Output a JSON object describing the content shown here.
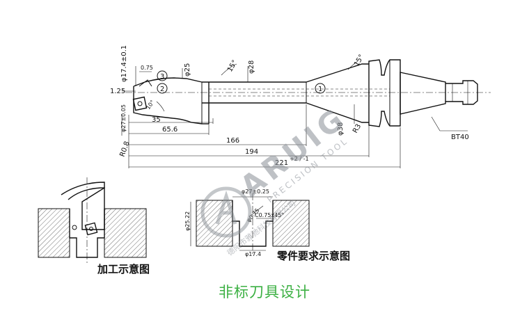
{
  "tool_drawing": {
    "dims": {
      "d17_4": "φ17.4±0.1",
      "d0_75": "0.75",
      "d1_25": "1.25",
      "d25": "φ25",
      "angle15a": "15°",
      "d28": "φ28",
      "angle15b": "15°",
      "d27": "φ27±0.05",
      "r0_8": "R0.8",
      "angle10": "10°",
      "l35": "35",
      "l65_6": "65.6",
      "l166": "166",
      "l194": "194",
      "l221": "221",
      "tol221": "+2 / -1",
      "d38": "φ38",
      "r3": "R3",
      "bt40": "BT40"
    },
    "markers": {
      "m1": "1",
      "m2": "2",
      "m3": "3"
    }
  },
  "part_drawing": {
    "dims": {
      "d27": "φ27±0.25",
      "d25_22": "φ25.22",
      "d0_75": "φ0.75",
      "d17_4": "φ17.4",
      "small_note": "C0.75x45°"
    }
  },
  "captions": {
    "machining": "加工示意图",
    "part": "零件要求示意图"
  },
  "footer": {
    "title": "非标刀具设计"
  },
  "watermark": {
    "brand": "ARUIG",
    "line1": "PRECISION TOOL",
    "line2": "德阳市雅驰科技有限公司"
  }
}
